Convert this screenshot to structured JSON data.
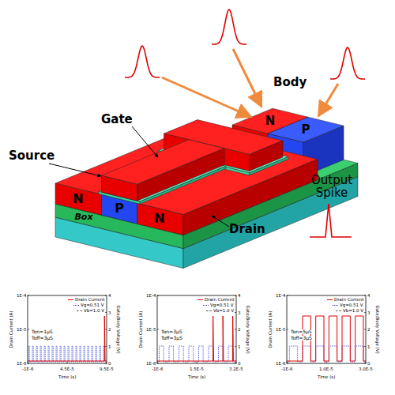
{
  "diagram": {
    "nodes": [
      {
        "text": [
          "N"
        ]
      },
      {
        "text": [
          "P"
        ]
      },
      {
        "text": [
          "N"
        ]
      },
      {
        "text": [
          "P"
        ]
      },
      {
        "text": [
          "N"
        ]
      },
      {
        "text": [
          "Box"
        ]
      }
    ],
    "labels": [
      "Gate",
      "Source",
      "Body",
      "Drain",
      "Output Spike",
      "Ton=1μS",
      "Toff=3μS",
      "Drain Current (A)",
      "Gate/Body Voltage (V)",
      "Time (s)",
      "1E-4",
      "1E-5",
      "1E-6",
      "4",
      "3",
      "2",
      "1",
      "0",
      "-1E-6",
      "4.5E-5",
      "9.5E-5",
      "Ton=3μS",
      "Toff=3μS",
      "Drain Current (A)",
      "Gate/Body Voltage (V)",
      "Time (s)",
      "1E-4",
      "1E-5",
      "1E-6",
      "4",
      "3",
      "2",
      "1",
      "0",
      "-1E-6",
      "1.5E-5",
      "3.2E-5",
      "Ton=5μS",
      "Toff=3μS",
      "Drain Current (A)",
      "Gate/Body Voltage (V)",
      "Time (s)",
      "1E-4",
      "1E-5",
      "1E-6",
      "4",
      "3",
      "2",
      "1",
      "0",
      "-1E-6",
      "1.0E-5",
      "3.0E-5"
    ],
    "legend": [
      {
        "text": "Drain Current"
      },
      {
        "text": "Vg=0.51 V"
      },
      {
        "text": "Vb=1.0 V"
      },
      {
        "text": "Drain Current"
      },
      {
        "text": "Vg=0.51 V"
      },
      {
        "text": "Vb=1.0 V"
      },
      {
        "text": "Drain Current"
      },
      {
        "text": "Vg=0.51 V"
      },
      {
        "text": "Vb=1.0 V"
      }
    ]
  }
}
